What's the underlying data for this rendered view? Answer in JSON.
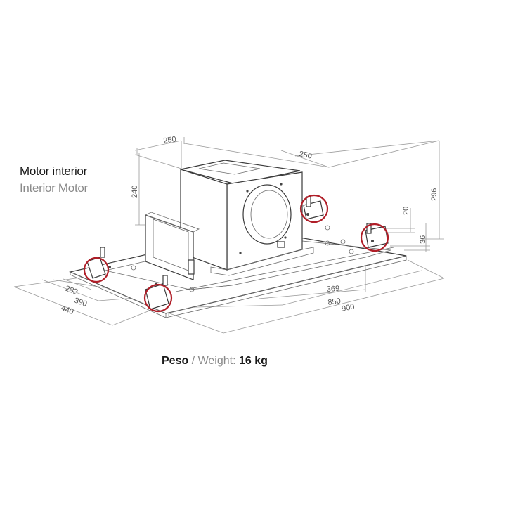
{
  "labels": {
    "motor_es": "Motor interior",
    "motor_en": "Interior Motor",
    "weight_es": "Peso",
    "weight_sep": " / ",
    "weight_en": "Weight:",
    "weight_value": "16 kg"
  },
  "dimensions": {
    "d250_left": "250",
    "d250_right": "250",
    "d240": "240",
    "d296": "296",
    "d20": "20",
    "d36": "36",
    "d282": "282",
    "d390": "390",
    "d440": "440",
    "d369": "369",
    "d850": "850",
    "d900": "900"
  },
  "colors": {
    "highlight_ring": "#b01e28",
    "outline": "#3a3a3a",
    "dimension_line": "#9a9a9a",
    "secondary_text": "#8a8a8a"
  },
  "icons": [
    "mounting-bracket-icon"
  ]
}
